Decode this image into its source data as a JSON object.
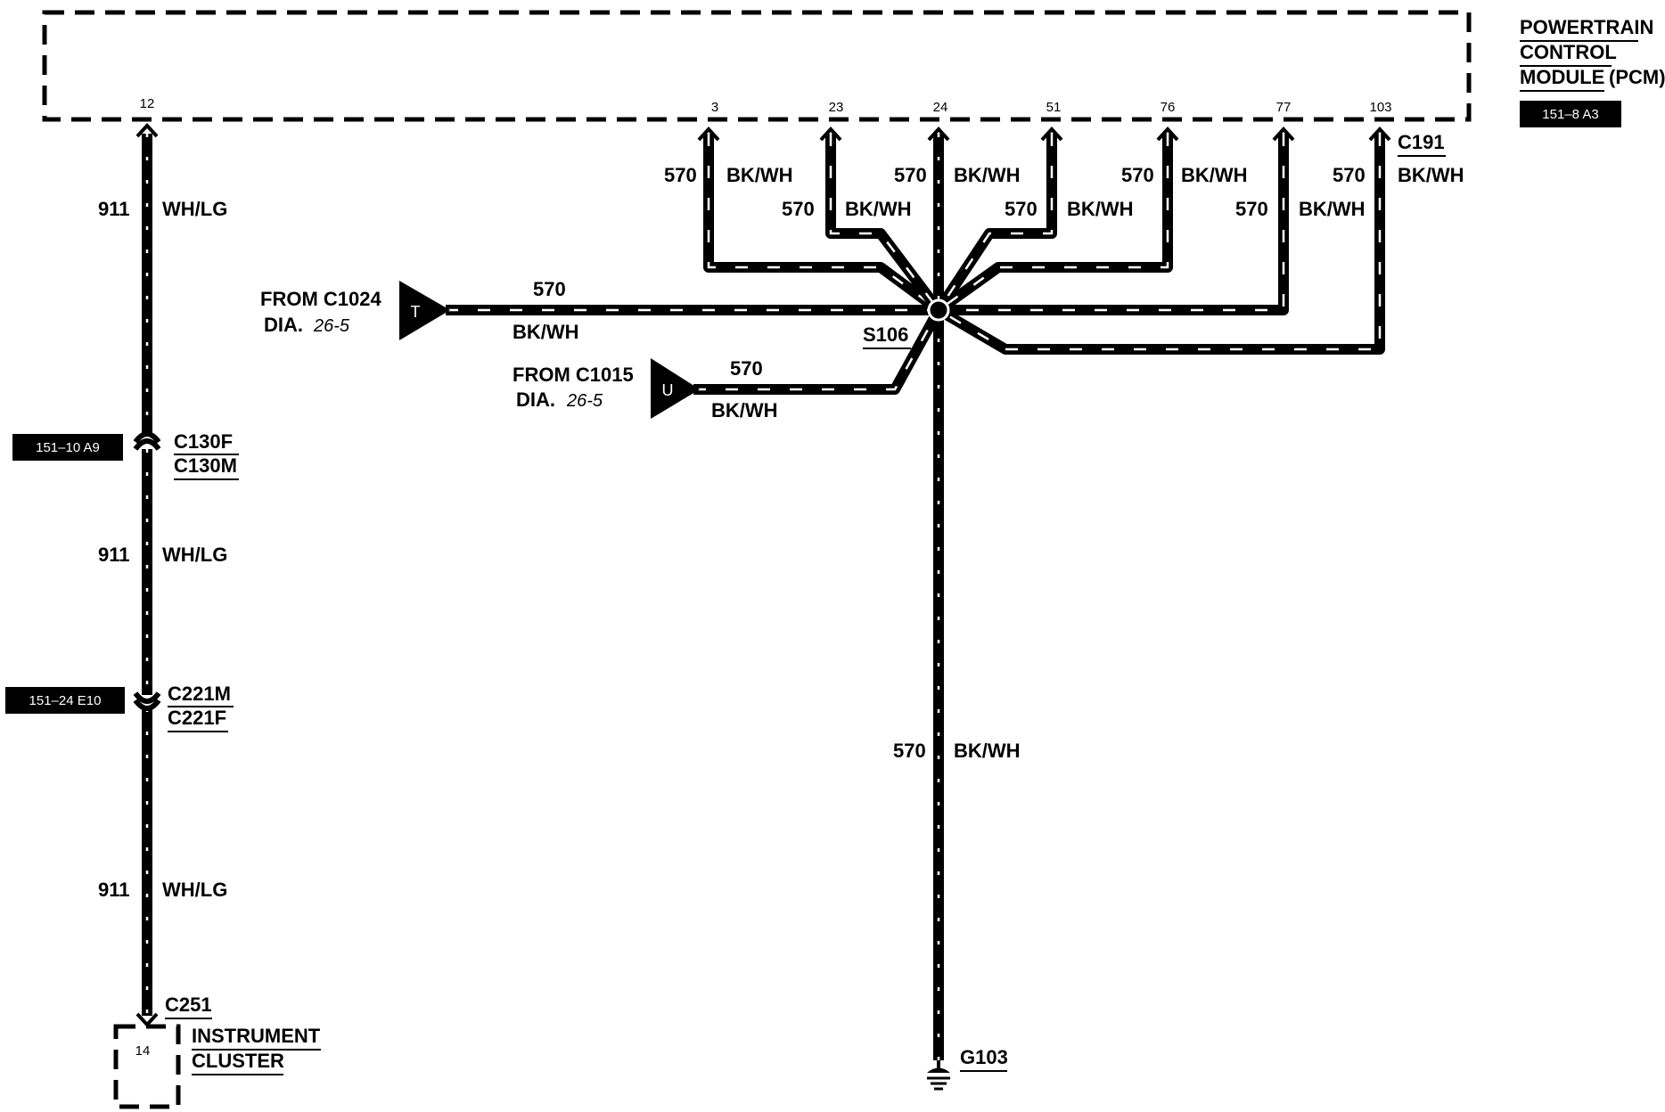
{
  "pcm": {
    "title_lines": [
      "POWERTRAIN",
      "CONTROL",
      "MODULE"
    ],
    "title_suffix": "(PCM)",
    "ref": "151–8 A3",
    "connector": "C191",
    "pins": [
      "12",
      "3",
      "23",
      "24",
      "51",
      "76",
      "77",
      "103"
    ]
  },
  "wire_911": {
    "circuit": "911",
    "color": "WH/LG"
  },
  "wire_570": {
    "circuit": "570",
    "color": "BK/WH"
  },
  "splice": {
    "label": "S106"
  },
  "from_t": {
    "letter": "T",
    "line1": "FROM C1024",
    "dia": "DIA.",
    "dia_ref": "26-5"
  },
  "from_u": {
    "letter": "U",
    "line1": "FROM C1015",
    "dia": "DIA.",
    "dia_ref": "26-5"
  },
  "connectors": {
    "c130": {
      "ref": "151–10 A9",
      "top": "C130F",
      "bottom": "C130M"
    },
    "c221": {
      "ref": "151–24 E10",
      "top": "C221M",
      "bottom": "C221F"
    },
    "c251": {
      "label": "C251"
    }
  },
  "cluster": {
    "pin": "14",
    "line1": "INSTRUMENT",
    "line2": "CLUSTER"
  },
  "ground": {
    "label": "G103"
  }
}
